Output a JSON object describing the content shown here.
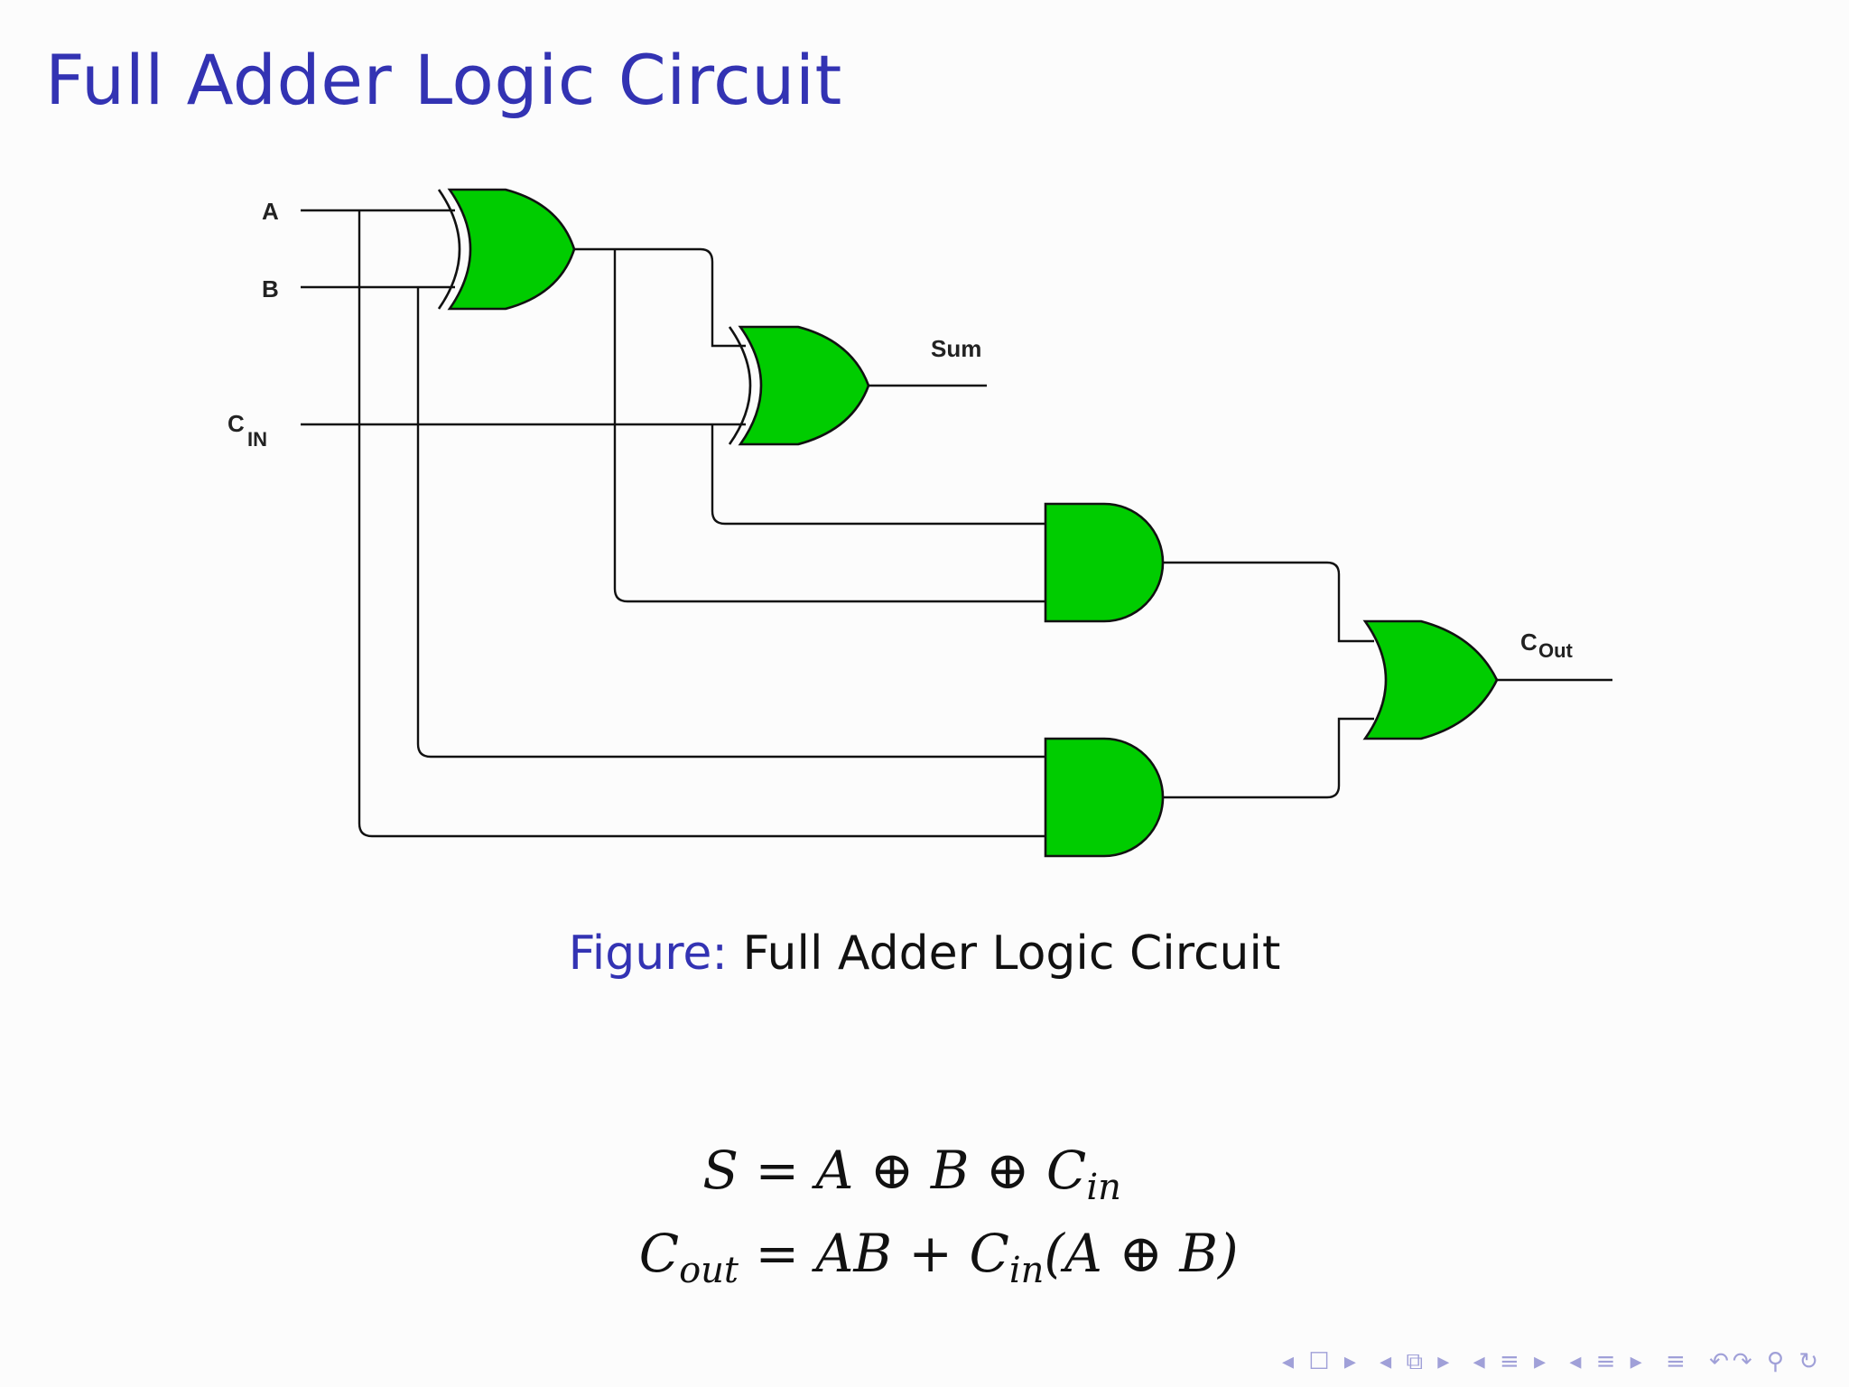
{
  "slide": {
    "title": "Full Adder Logic Circuit"
  },
  "diagram": {
    "inputs": {
      "a": "A",
      "b": "B",
      "cin_main": "C",
      "cin_sub": "IN"
    },
    "outputs": {
      "sum": "Sum",
      "cout_main": "C",
      "cout_sub": "Out"
    },
    "gates": [
      {
        "id": "xor1",
        "kind": "XOR",
        "inputs": [
          "A",
          "B"
        ]
      },
      {
        "id": "xor2",
        "kind": "XOR",
        "inputs": [
          "xor1",
          "C_IN"
        ],
        "output": "Sum"
      },
      {
        "id": "and1",
        "kind": "AND",
        "inputs": [
          "C_IN",
          "xor1"
        ]
      },
      {
        "id": "and2",
        "kind": "AND",
        "inputs": [
          "B",
          "A"
        ]
      },
      {
        "id": "or1",
        "kind": "OR",
        "inputs": [
          "and1",
          "and2"
        ],
        "output": "C_Out"
      }
    ],
    "gate_fill": "#00cc00",
    "wire_color": "#111111"
  },
  "caption": {
    "label": "Figure:",
    "text": "Full Adder Logic Circuit"
  },
  "equations": {
    "sum_lhs": "S",
    "sum_rhs": "= A ⊕ B ⊕ C",
    "sum_rhs_sub": "in",
    "cout_lhs": "C",
    "cout_lhs_sub": "out",
    "cout_rhs_a": "= AB + C",
    "cout_rhs_sub": "in",
    "cout_rhs_b": "(A ⊕ B)"
  },
  "nav": {
    "first": "◂ ☐ ▸",
    "section": "◂ ⧉ ▸",
    "subsection": "◂ ≡ ▸",
    "frame": "◂ ≡ ▸",
    "align": "≡",
    "search": "↶↷ ⚲ ↻"
  },
  "colors": {
    "title": "#3333b3",
    "nav": "#a0a0d8"
  }
}
